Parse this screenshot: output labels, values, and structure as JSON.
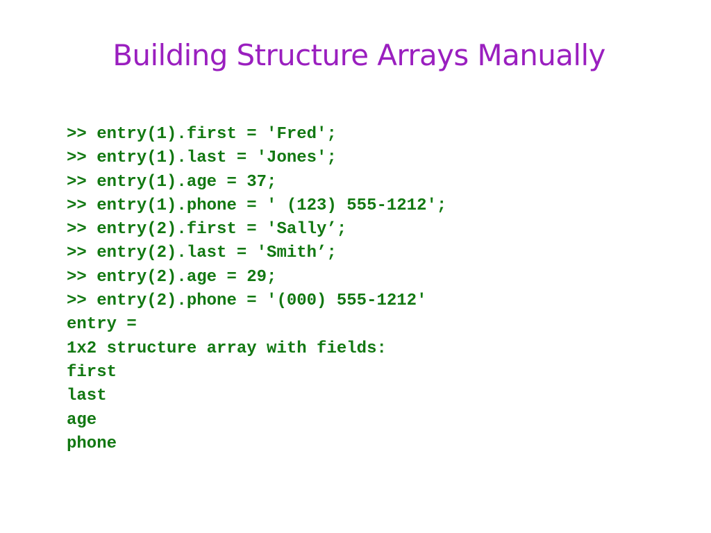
{
  "slide": {
    "title": "Building Structure Arrays Manually",
    "colors": {
      "title": "#9a1fbf",
      "code": "#127812",
      "background": "#ffffff"
    },
    "code_lines": [
      ">> entry(1).first = 'Fred';",
      ">> entry(1).last = 'Jones';",
      ">> entry(1).age = 37;",
      ">> entry(1).phone = ' (123) 555-1212';",
      ">> entry(2).first = 'Sally’;",
      ">> entry(2).last = 'Smith’;",
      ">> entry(2).age = 29;",
      ">> entry(2).phone = '(000) 555-1212'",
      "entry =",
      "1x2 structure array with fields:",
      "first",
      "last",
      "age",
      "phone"
    ]
  }
}
